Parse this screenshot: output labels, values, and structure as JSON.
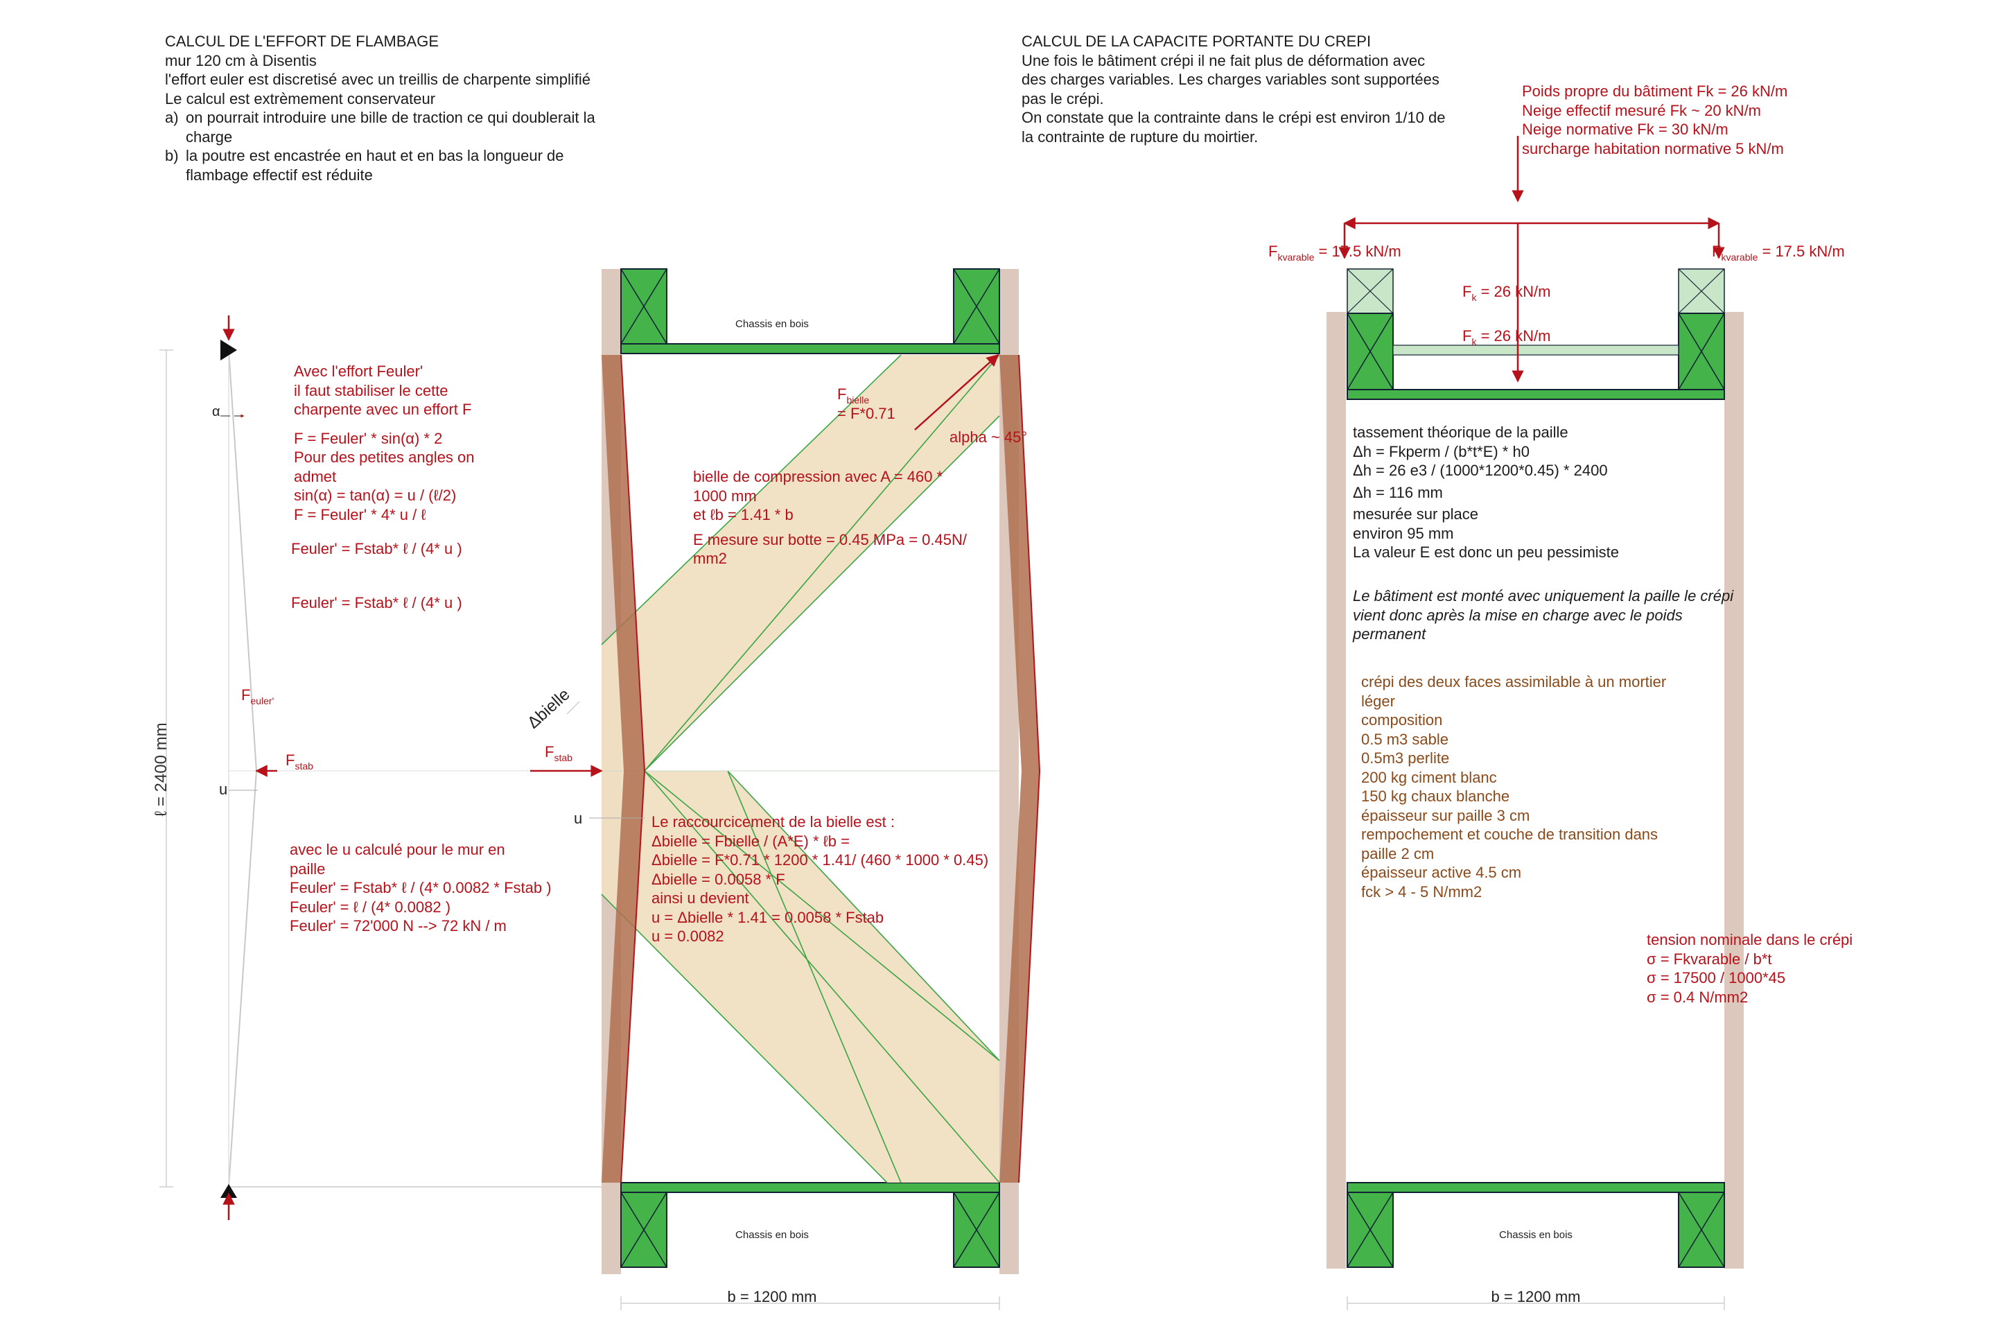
{
  "left_intro": {
    "title": "CALCUL DE L'EFFORT DE FLAMBAGE",
    "lines": [
      "mur 120 cm à Disentis",
      "l'effort euler est discretisé avec un treillis de charpente simplifié",
      "Le calcul est extrèmement conservateur"
    ],
    "list": [
      {
        "marker": "a)",
        "text": "on pourrait introduire une bille de traction ce qui doublerait la charge"
      },
      {
        "marker": "b)",
        "text": "la poutre est encastrée en haut et en bas la longueur de flambage effectif est réduite"
      }
    ]
  },
  "right_intro": {
    "title": "CALCUL DE LA CAPACITE PORTANTE DU CREPI",
    "lines": [
      "Une fois le bâtiment crépi il ne fait plus de déformation avec",
      "des charges variables. Les charges variables sont supportées",
      "pas le crépi.",
      "On constate que la contrainte dans le crépi est environ 1/10 de",
      "la contrainte de rupture du moirtier."
    ]
  },
  "loads": [
    "Poids propre du bâtiment Fk = 26 kN/m",
    "Neige effectif mesuré Fk ~ 20 kN/m",
    "Neige normative  Fk = 30 kN/m",
    "surcharge habitation normative 5 kN/m"
  ],
  "labels": {
    "f_kvarable_left": "Fkvarable = 17.5 kN/m",
    "f_kvarable_right": "Fkvarable = 17.5 kN/m",
    "fk_1": "Fk = 26 kN/m",
    "fk_2": "Fk = 26 kN/m",
    "chassis": "Chassis en bois",
    "b_dim": "b = 1200 mm",
    "l_dim": "ℓ = 2400 mm",
    "alpha": "α",
    "u": "u",
    "f_euler": "Feuler'",
    "f_stab": "Fstab",
    "f_bielle": "Fbielle",
    "f_bielle_eq": "= F*0.71",
    "alpha45": "alpha ~ 45°",
    "delta_bielle": "Δbielle"
  },
  "stabilise": [
    "Avec l'effort Feuler'",
    "il faut stabiliser le cette",
    "charpente avec un effort F",
    "",
    "F = Feuler' * sin(α)  * 2",
    "Pour des petites angles on",
    "admet",
    "sin(α) = tan(α) = u / (ℓ/2)",
    "F = Feuler' *  4* u / ℓ",
    "",
    "Feuler' = Fstab*  ℓ / (4* u )",
    "",
    "Feuler' = Fstab*  ℓ / (4* u )"
  ],
  "u_result": [
    "avec le u calculé pour le mur en",
    "paille",
    "Feuler' = Fstab*  ℓ / (4* 0.0082 * Fstab  )",
    "Feuler' = ℓ / (4* 0.0082  )",
    "Feuler' = 72'000 N --> 72 kN / m"
  ],
  "bielle": [
    "bielle de compression avec A = 460 *",
    "1000 mm",
    "et ℓb = 1.41 * b",
    "E mesure sur botte = 0.45 MPa = 0.45N/",
    "mm2"
  ],
  "raccourcissement": [
    "Le raccourcicement de la bielle est :",
    "Δbielle = Fbielle / (A*E) * ℓb =",
    "Δbielle = F*0.71 * 1200 * 1.41/ (460 * 1000 * 0.45)",
    "Δbielle = 0.0058 * F",
    "ainsi u devient",
    "u = Δbielle * 1.41 = 0.0058 * Fstab",
    "u = 0.0082"
  ],
  "tassement": [
    "tassement théorique de la paille",
    "Δh = Fkperm / (b*t*E) * h0",
    "Δh = 26 e3 / (1000*1200*0.45) * 2400",
    "Δh = 116 mm",
    "mesurée sur place",
    "environ 95 mm",
    "La valeur E est donc un peu pessimiste"
  ],
  "note_italic": [
    "Le bâtiment est monté avec uniquement la paille le crépi",
    "vient donc après la mise en charge avec le poids",
    "permanent"
  ],
  "crepi": [
    "crépi des deux faces assimilable à un mortier",
    "léger",
    "composition",
    "0.5 m3 sable",
    "0.5m3 perlite",
    "200 kg ciment blanc",
    "150 kg chaux blanche",
    "épaisseur sur paille 3 cm",
    "rempochement et couche de transition dans",
    "paille 2 cm",
    "épaisseur active 4.5 cm",
    "fck > 4 - 5 N/mm2"
  ],
  "tension": [
    "tension nominale dans le crépi",
    "σ  = Fkvarable / b*t",
    "σ  = 17500 / 1000*45",
    "σ  = 0.4 N/mm2"
  ],
  "colors": {
    "red": "#b5121b",
    "green": "#44b34a",
    "green_light": "#c9e6c9",
    "plaster": "#dcc8bd",
    "strut": "#f0dfc2",
    "strut_dark": "#b07050",
    "brown_text": "#8a4a1a"
  }
}
